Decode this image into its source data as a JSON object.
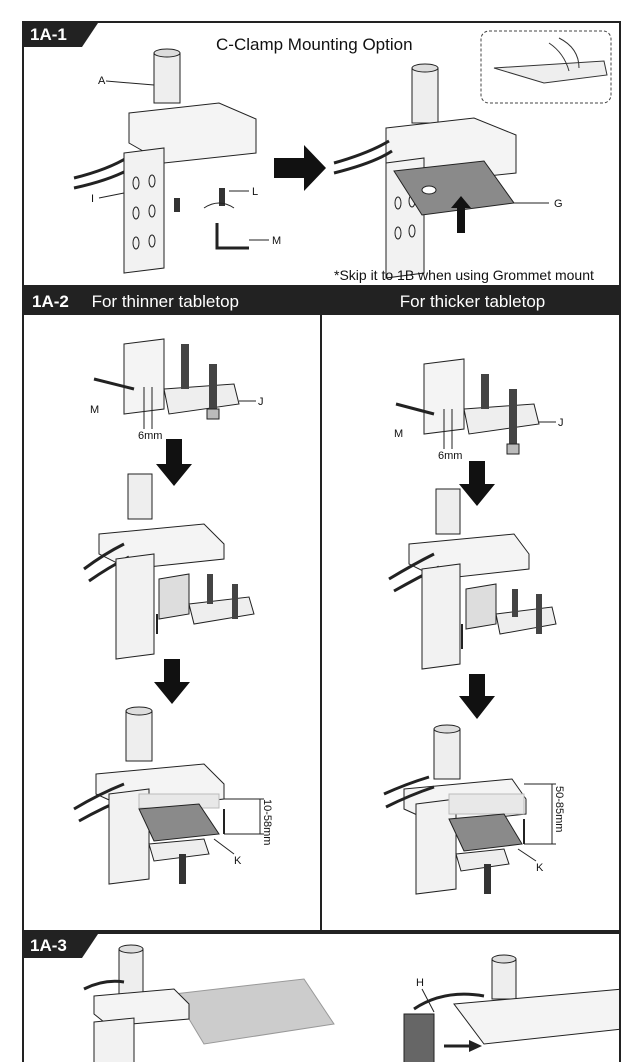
{
  "step_1a1": {
    "tag": "1A-1",
    "title": "C-Clamp Mounting Option",
    "note": "*Skip it to 1B when using Grommet mount",
    "labels": {
      "a": "A",
      "i": "I",
      "l": "L",
      "m": "M",
      "g": "G"
    }
  },
  "step_1a2": {
    "tag": "1A-2",
    "left_header": "For thinner tabletop",
    "right_header": "For thicker tabletop",
    "left": {
      "m": "M",
      "j": "J",
      "gap": "6mm",
      "k": "K",
      "range": "10-58mm"
    },
    "right": {
      "m": "M",
      "j": "J",
      "gap": "6mm",
      "k": "K",
      "range": "50-85mm"
    }
  },
  "step_1a3": {
    "tag": "1A-3",
    "labels": {
      "h": "H"
    }
  },
  "colors": {
    "ink": "#222222",
    "plate": "#8a8a8a",
    "light": "#d8d8d8"
  }
}
